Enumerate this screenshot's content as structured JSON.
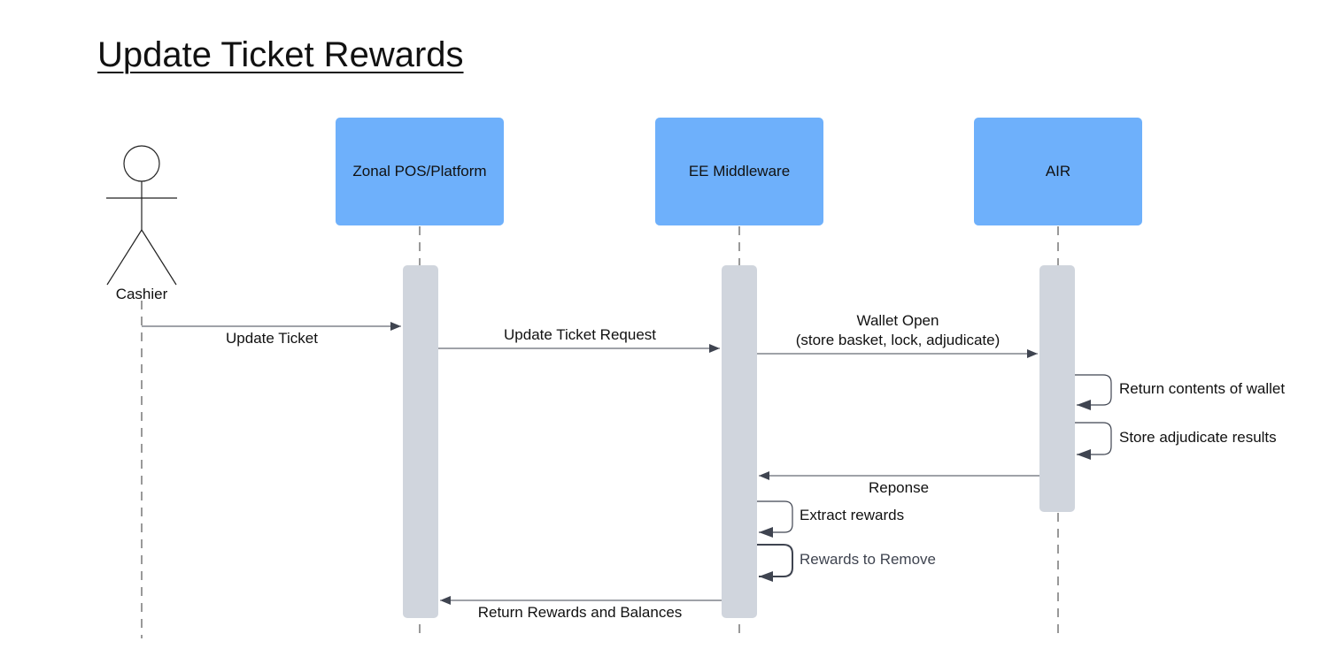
{
  "title": "Update Ticket Rewards",
  "actor": {
    "label": "Cashier"
  },
  "participants": [
    {
      "label": "Zonal POS/Platform"
    },
    {
      "label": "EE Middleware"
    },
    {
      "label": "AIR"
    }
  ],
  "messages": [
    {
      "label": "Update Ticket",
      "from": "Cashier",
      "to": "Zonal POS/Platform"
    },
    {
      "label": "Update Ticket Request",
      "from": "Zonal POS/Platform",
      "to": "EE Middleware"
    },
    {
      "label_line1": "Wallet Open",
      "label_line2": "(store basket, lock, adjudicate)",
      "from": "EE Middleware",
      "to": "AIR"
    },
    {
      "label": "Return contents of wallet",
      "from": "AIR",
      "to": "AIR"
    },
    {
      "label": "Store adjudicate results",
      "from": "AIR",
      "to": "AIR"
    },
    {
      "label": "Reponse",
      "from": "AIR",
      "to": "EE Middleware"
    },
    {
      "label": "Extract rewards",
      "from": "EE Middleware",
      "to": "EE Middleware"
    },
    {
      "label": "Rewards to Remove",
      "from": "EE Middleware",
      "to": "EE Middleware"
    },
    {
      "label": "Return Rewards and Balances",
      "from": "EE Middleware",
      "to": "Zonal POS/Platform"
    }
  ],
  "colors": {
    "participant_fill": "#6eb0fb",
    "activation_fill": "#d0d5dd",
    "line": "#3f4450"
  }
}
